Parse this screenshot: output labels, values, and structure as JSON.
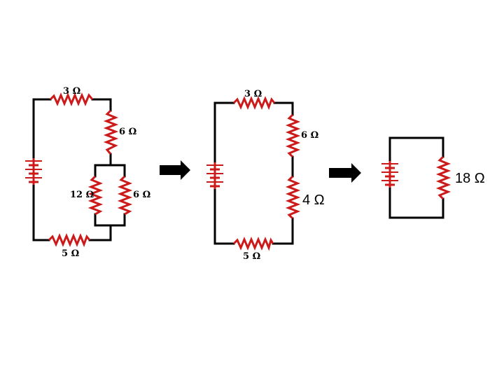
{
  "circuit1": {
    "r_top": "3 Ω",
    "r_right": "6 Ω",
    "r_par_left": "12 Ω",
    "r_par_right": "6 Ω",
    "r_bottom": "5 Ω"
  },
  "circuit2": {
    "r_top": "3 Ω",
    "r_right_upper": "6 Ω",
    "r_right_lower": "4 Ω",
    "r_bottom": "5 Ω"
  },
  "circuit3": {
    "r_right": "18 Ω"
  },
  "colors": {
    "component": "#cc1a1a",
    "wire": "#000000",
    "arrow": "#000000"
  }
}
